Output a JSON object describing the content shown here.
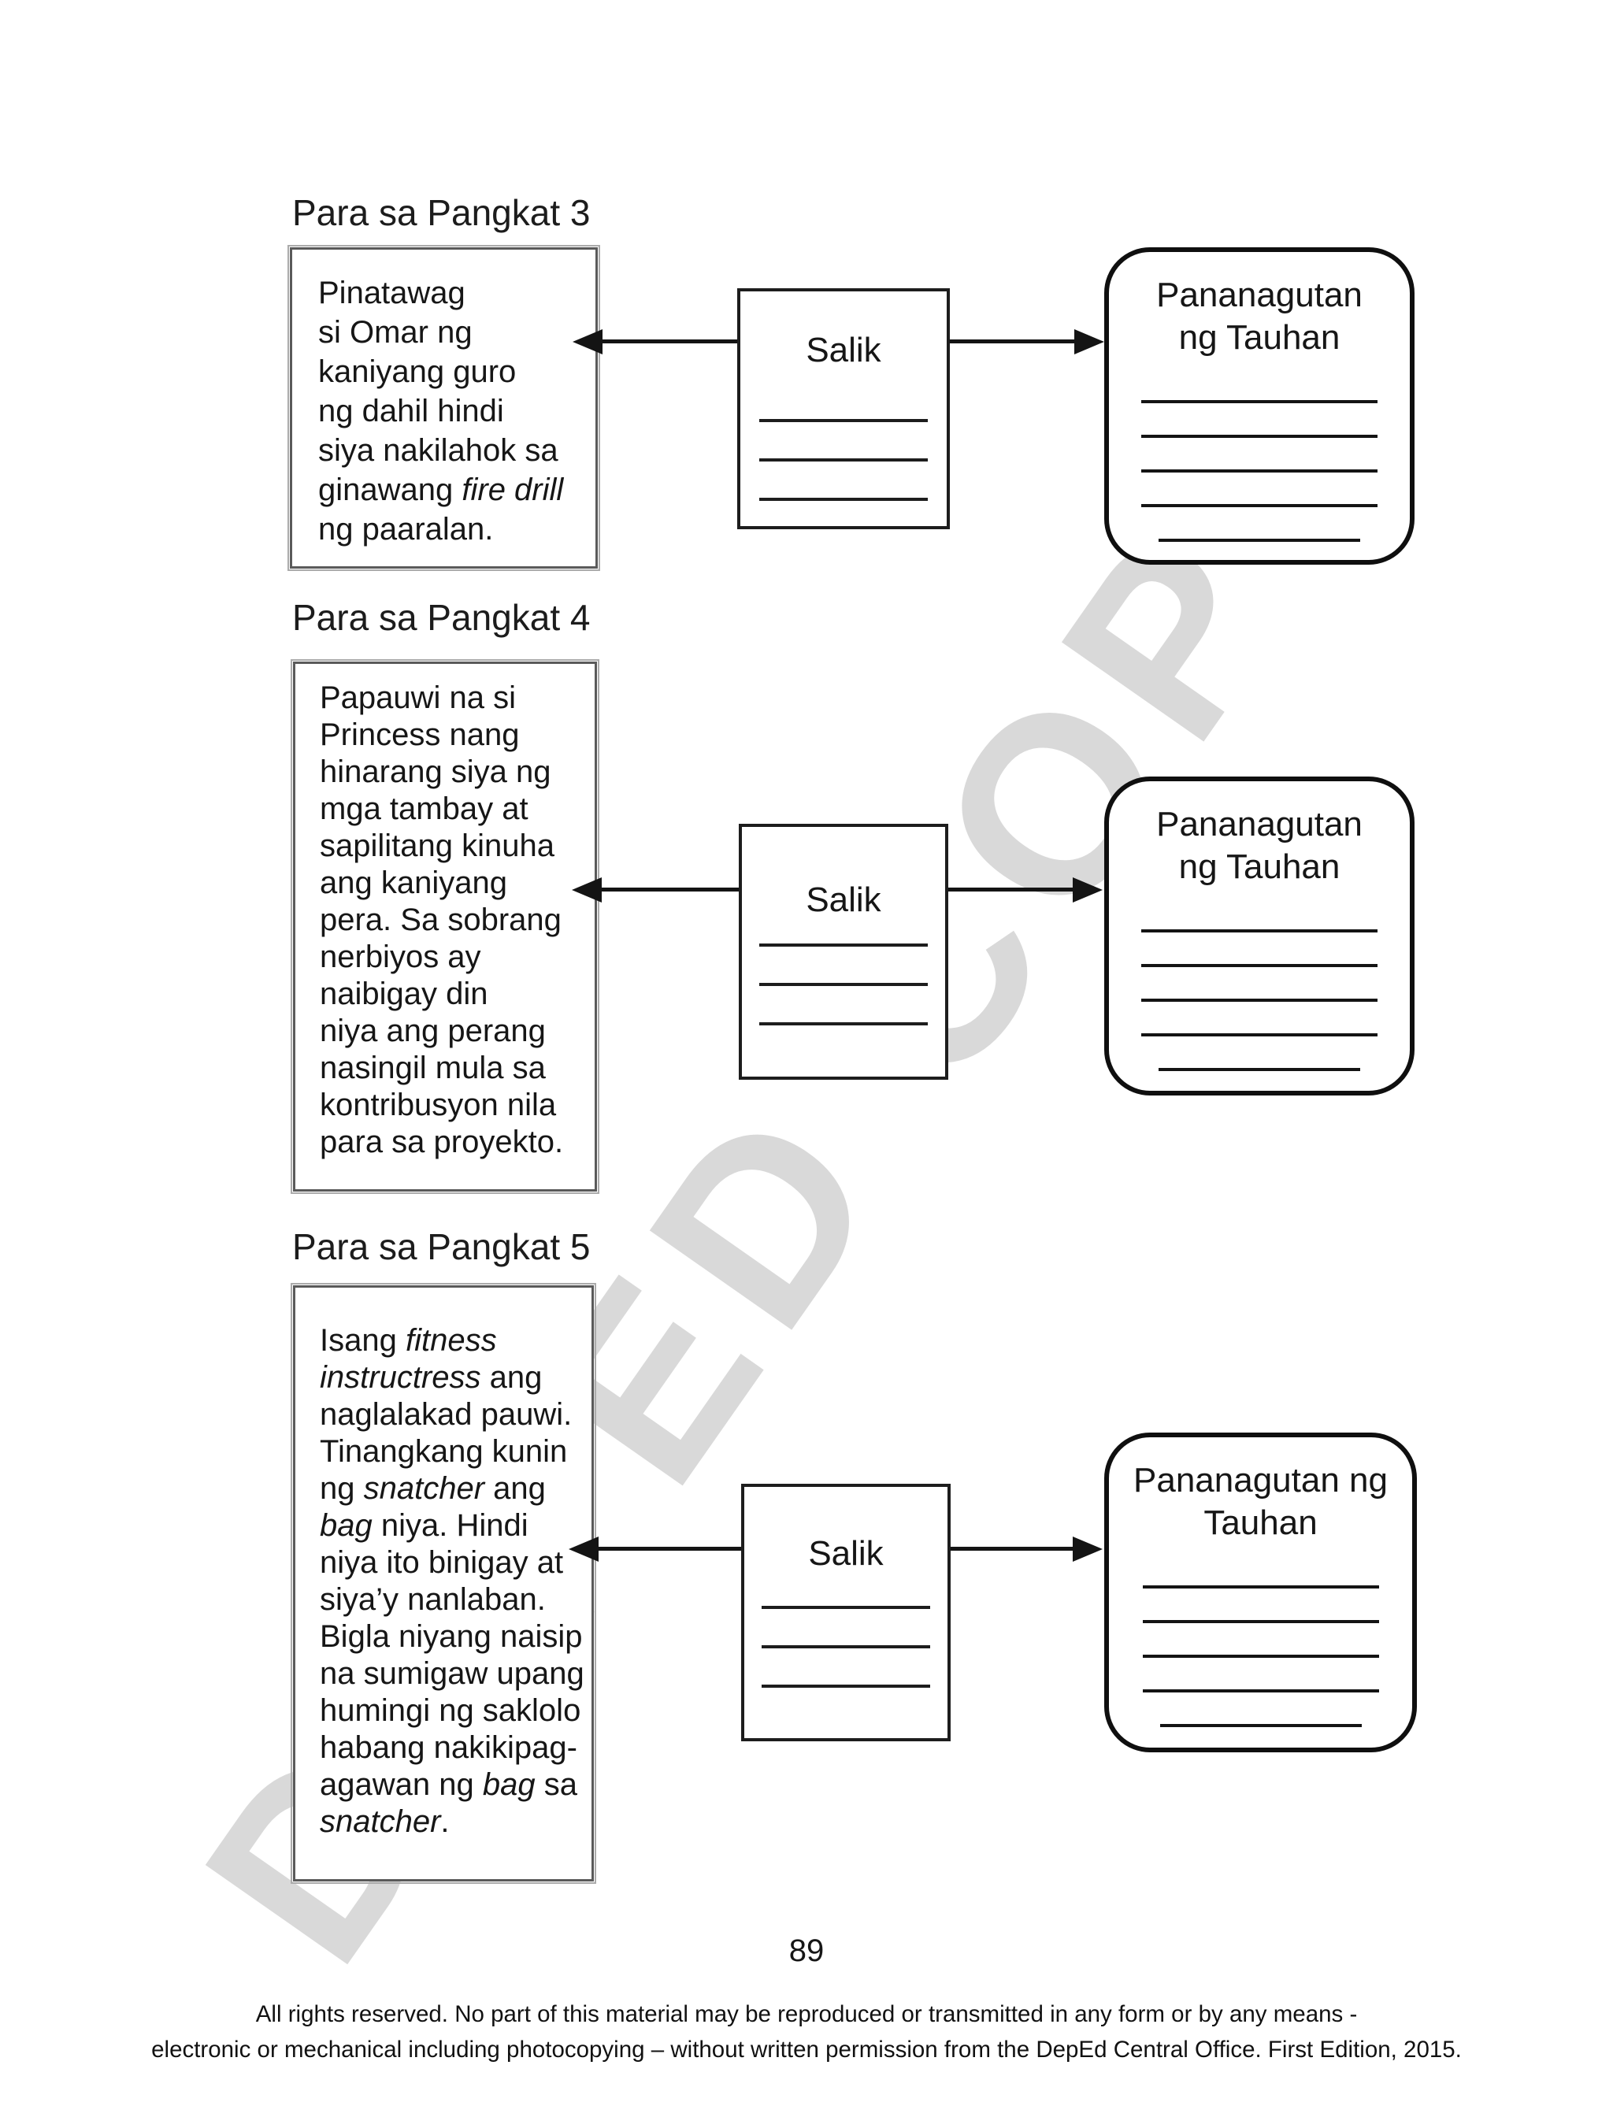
{
  "watermark": "DEPED COPY",
  "labels": {
    "salik": "Salik",
    "pananagutan": "Pananagutan ng Tauhan"
  },
  "sections": [
    {
      "heading": "Para sa Pangkat 3",
      "scenario_lines": [
        [
          {
            "t": "Pinatawag"
          }
        ],
        [
          {
            "t": "si Omar ng"
          }
        ],
        [
          {
            "t": "kaniyang guro"
          }
        ],
        [
          {
            "t": "ng dahil hindi"
          }
        ],
        [
          {
            "t": "siya nakilahok sa"
          }
        ],
        [
          {
            "t": "ginawang "
          },
          {
            "t": "fire drill",
            "i": true
          }
        ],
        [
          {
            "t": "ng paaralan."
          }
        ]
      ],
      "salik_blanks": 3,
      "panan_blanks": 5
    },
    {
      "heading": "Para sa Pangkat 4",
      "scenario_lines": [
        [
          {
            "t": "Papauwi na si"
          }
        ],
        [
          {
            "t": "Princess nang"
          }
        ],
        [
          {
            "t": "hinarang siya ng"
          }
        ],
        [
          {
            "t": "mga tambay at"
          }
        ],
        [
          {
            "t": "sapilitang kinuha"
          }
        ],
        [
          {
            "t": "ang kaniyang"
          }
        ],
        [
          {
            "t": "pera. Sa sobrang"
          }
        ],
        [
          {
            "t": "nerbiyos ay"
          }
        ],
        [
          {
            "t": "naibigay din"
          }
        ],
        [
          {
            "t": "niya ang perang"
          }
        ],
        [
          {
            "t": "nasingil mula sa"
          }
        ],
        [
          {
            "t": "kontribusyon nila"
          }
        ],
        [
          {
            "t": "para sa proyekto."
          }
        ]
      ],
      "salik_blanks": 3,
      "panan_blanks": 5
    },
    {
      "heading": "Para sa Pangkat 5",
      "scenario_lines": [
        [
          {
            "t": "Isang "
          },
          {
            "t": "fitness",
            "i": true
          }
        ],
        [
          {
            "t": "instructress",
            "i": true
          },
          {
            "t": " ang"
          }
        ],
        [
          {
            "t": "naglalakad pauwi."
          }
        ],
        [
          {
            "t": "Tinangkang kunin"
          }
        ],
        [
          {
            "t": "ng "
          },
          {
            "t": "snatcher",
            "i": true
          },
          {
            "t": " ang"
          }
        ],
        [
          {
            "t": "bag",
            "i": true
          },
          {
            "t": " niya. Hindi"
          }
        ],
        [
          {
            "t": "niya ito binigay at"
          }
        ],
        [
          {
            "t": "siya’y nanlaban."
          }
        ],
        [
          {
            "t": "Bigla niyang naisip"
          }
        ],
        [
          {
            "t": "na sumigaw upang"
          }
        ],
        [
          {
            "t": "humingi ng saklolo"
          }
        ],
        [
          {
            "t": "habang nakikipag-"
          }
        ],
        [
          {
            "t": "agawan ng "
          },
          {
            "t": "bag",
            "i": true
          },
          {
            "t": " sa"
          }
        ],
        [
          {
            "t": "snatcher",
            "i": true
          },
          {
            "t": "."
          }
        ]
      ],
      "salik_blanks": 3,
      "panan_blanks": 5
    }
  ],
  "footer": {
    "page_number": "89",
    "copyright_lines": [
      "All rights reserved. No part of this material may be reproduced or transmitted in any form or by any means -",
      "electronic or mechanical including photocopying – without written permission from the DepEd Central Office. First Edition, 2015."
    ]
  }
}
